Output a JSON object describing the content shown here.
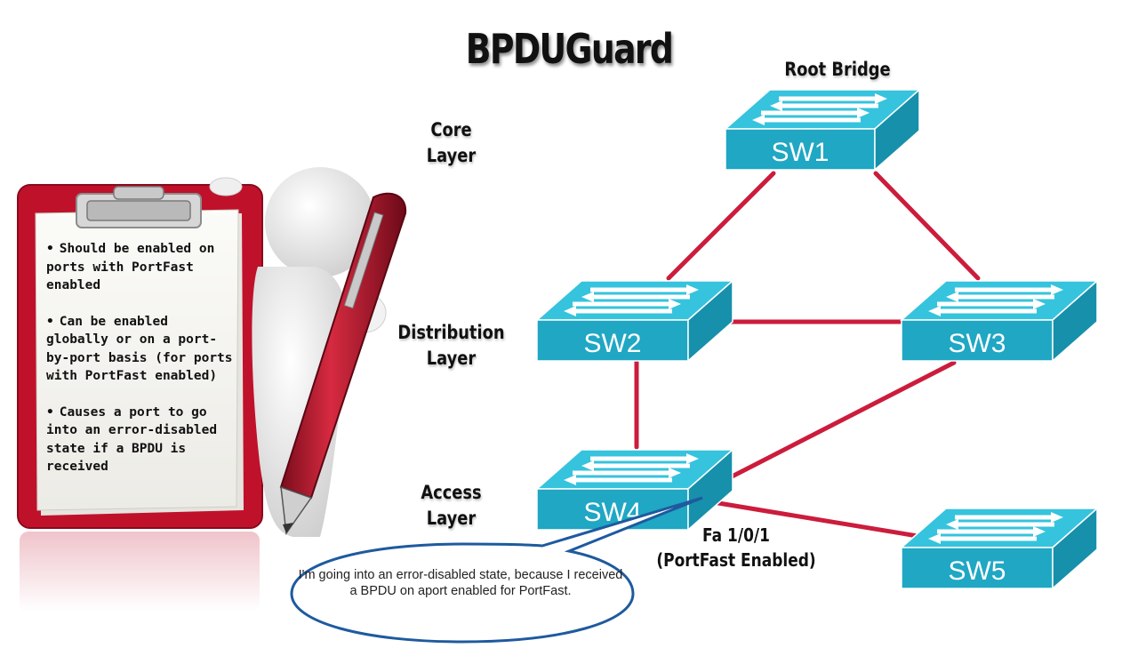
{
  "title": "BPDUGuard",
  "root_bridge_label": "Root Bridge",
  "layers": {
    "core": [
      "Core",
      "Layer"
    ],
    "distribution": [
      "Distribution",
      "Layer"
    ],
    "access": [
      "Access",
      "Layer"
    ]
  },
  "switches": [
    "SW1",
    "SW2",
    "SW3",
    "SW4",
    "SW5"
  ],
  "port_label": [
    "Fa 1/0/1",
    "(PortFast Enabled)"
  ],
  "clipboard_items": [
    "Should be enabled on ports with PortFast enabled",
    "Can be enabled globally or on a port-by-port basis (for ports with PortFast enabled)",
    "Causes a port to go into an error-disabled state if a BPDU is received"
  ],
  "speech_bubble": "I'm going into an error-disabled state, because I received a BPDU on aport enabled for PortFast.",
  "colors": {
    "switch_top": "#36c3dd",
    "switch_front": "#1fa7c4",
    "switch_side": "#1690ab",
    "link": "#cc1c3c",
    "clipboard": "#c0112b",
    "pen": "#b81a2e",
    "bubble_border": "#1e5a9e"
  }
}
